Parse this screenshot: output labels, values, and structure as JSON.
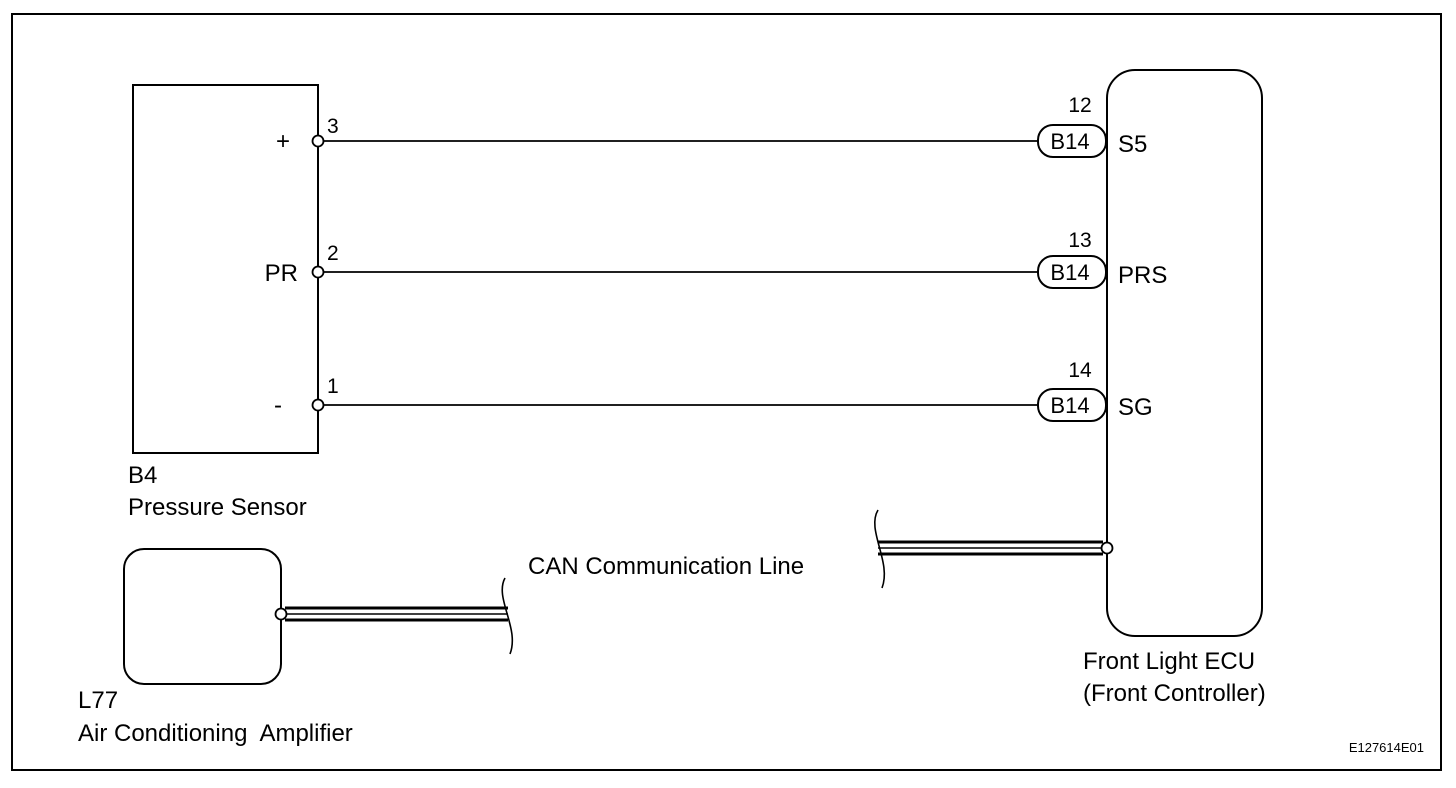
{
  "document_code": "E127614E01",
  "pressure_sensor": {
    "code": "B4",
    "name": "Pressure Sensor",
    "terminals": [
      {
        "number": "3",
        "label": "+"
      },
      {
        "number": "2",
        "label": "PR"
      },
      {
        "number": "1",
        "label": "-"
      }
    ]
  },
  "front_light_ecu": {
    "name": "Front Light ECU",
    "subtitle": "(Front Controller)",
    "terminals": [
      {
        "number": "12",
        "connector": "B14",
        "label": "S5"
      },
      {
        "number": "13",
        "connector": "B14",
        "label": "PRS"
      },
      {
        "number": "14",
        "connector": "B14",
        "label": "SG"
      }
    ]
  },
  "ac_amplifier": {
    "code": "L77",
    "name": "Air Conditioning  Amplifier"
  },
  "can_line": {
    "label": "CAN Communication Line"
  },
  "colors": {
    "line": "#000000",
    "background": "#ffffff"
  }
}
